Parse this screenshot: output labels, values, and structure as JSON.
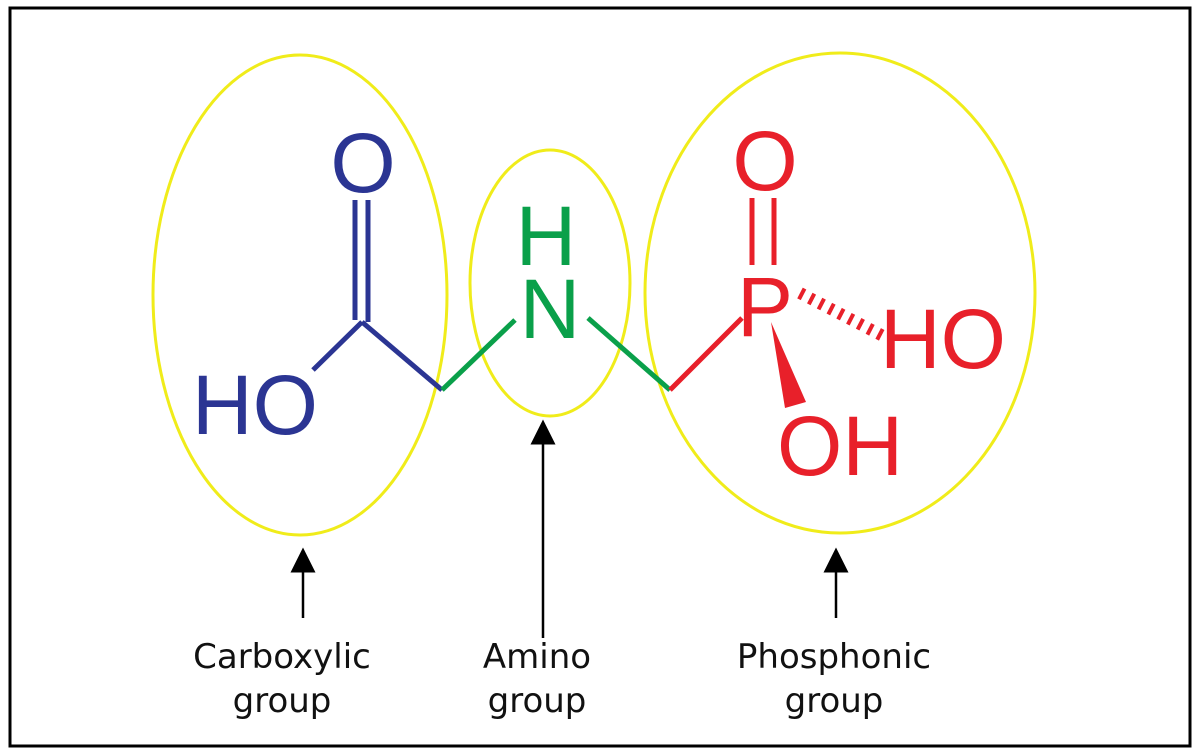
{
  "molecule": {
    "carboxyl": {
      "o_top": "O",
      "ho": "HO",
      "color": "#2b3593"
    },
    "amine": {
      "h": "H",
      "n": "N",
      "color": "#0aa04a"
    },
    "phosphonate": {
      "o_top": "O",
      "p": "P",
      "ho": "HO",
      "oh": "OH",
      "color": "#e8202a"
    }
  },
  "highlight_color": "#f0ec1a",
  "labels": {
    "carboxylic": {
      "line1": "Carboxylic",
      "line2": "group"
    },
    "amino": {
      "line1": "Amino",
      "line2": "group"
    },
    "phosphonic": {
      "line1": "Phosphonic",
      "line2": "group"
    }
  }
}
